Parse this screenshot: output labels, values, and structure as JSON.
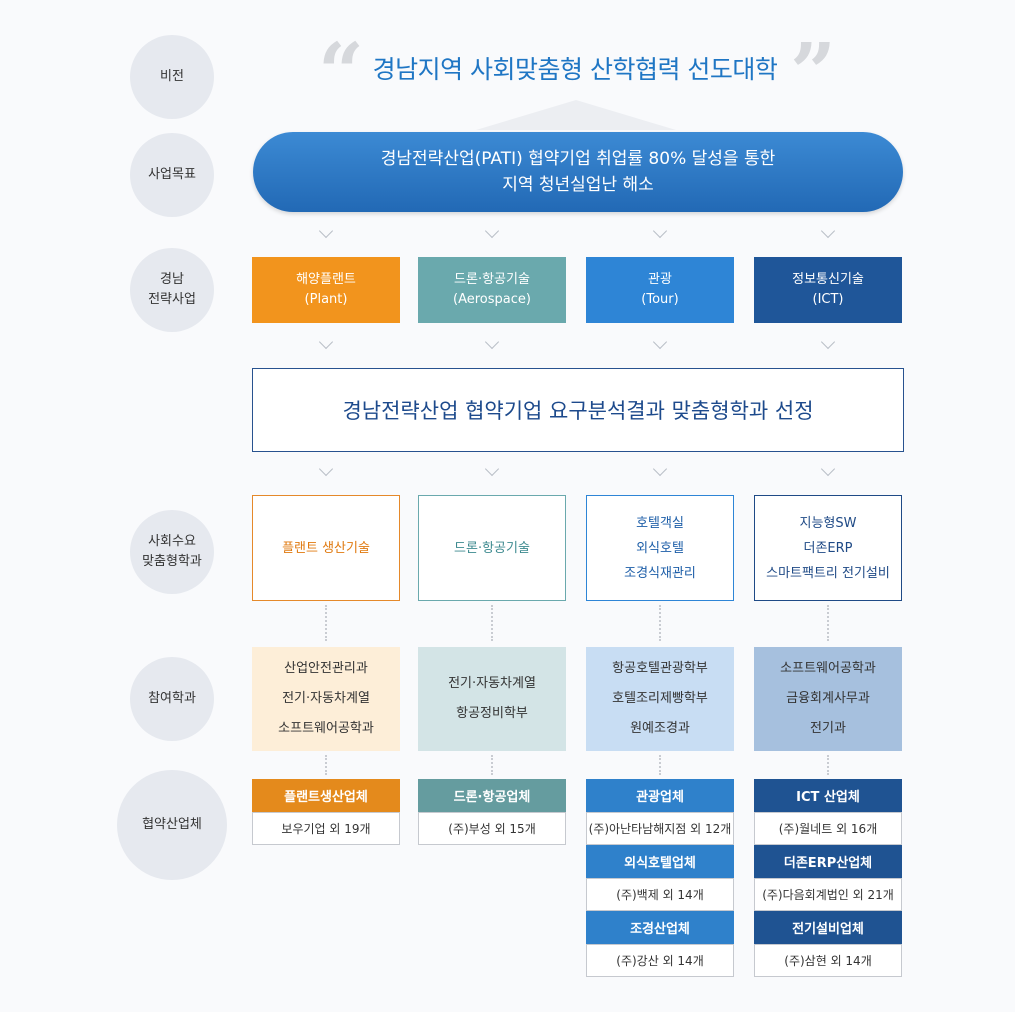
{
  "rows": {
    "vision": "비전",
    "goal": "사업목표",
    "strategic": "경남\n전략사업",
    "demand": "사회수요\n맞춤형학과",
    "participating": "참여학과",
    "partners": "협약산업체"
  },
  "vision_text": "경남지역 사회맞춤형 산학협력 선도대학",
  "goal_lines": [
    "경남전략산업(PATI) 협약기업 취업률 80% 달성을 통한",
    "지역 청년실업난 해소"
  ],
  "industries": [
    {
      "name": "해양플랜트",
      "en": "(Plant)"
    },
    {
      "name": "드론·항공기술",
      "en": "(Aerospace)"
    },
    {
      "name": "관광",
      "en": "(Tour)"
    },
    {
      "name": "정보통신기술",
      "en": "(ICT)"
    }
  ],
  "selection_text": "경남전략산업 협약기업 요구분석결과 맞춤형학과 선정",
  "demand_depts": [
    [
      "플랜트 생산기술"
    ],
    [
      "드론·항공기술"
    ],
    [
      "호텔객실",
      "외식호텔",
      "조경식재관리"
    ],
    [
      "지능형SW",
      "더존ERP",
      "스마트팩트리 전기설비"
    ]
  ],
  "participating_depts": [
    [
      "산업안전관리과",
      "전기·자동차계열",
      "소프트웨어공학과"
    ],
    [
      "전기·자동차계열",
      "항공정비학부"
    ],
    [
      "항공호텔관광학부",
      "호텔조리제빵학부",
      "원예조경과"
    ],
    [
      "소프트웨어공학과",
      "금융회계사무과",
      "전기과"
    ]
  ],
  "partner_groups": [
    [
      {
        "header": "플랜트생산업체",
        "value": "보우기업 외 19개"
      }
    ],
    [
      {
        "header": "드론·항공업체",
        "value": "(주)부성 외 15개"
      }
    ],
    [
      {
        "header": "관광업체",
        "value": "(주)아난타남해지점 외 12개"
      },
      {
        "header": "외식호텔업체",
        "value": "(주)백제 외 14개"
      },
      {
        "header": "조경산업체",
        "value": "(주)강산 외 14개"
      }
    ],
    [
      {
        "header": "ICT 산업체",
        "value": "(주)월네트 외 16개"
      },
      {
        "header": "더존ERP산업체",
        "value": "(주)다음회계법인 외 21개"
      },
      {
        "header": "전기설비업체",
        "value": "(주)삼현 외 14개"
      }
    ]
  ],
  "colors": {
    "plant": "#f2941d",
    "aerospace": "#6aa9ad",
    "tour": "#2e85d6",
    "ict": "#1f5699",
    "plant_text": "#e07a10",
    "aerospace_text": "#3d8a8f",
    "tour_text": "#1d5ea8",
    "ict_text": "#1f4a86",
    "plant_bg": "#fdeed8",
    "aerospace_bg": "#d3e4e6",
    "tour_bg": "#c8ddf3",
    "ict_bg": "#a6c0de",
    "plant_header": "#e48a1c",
    "aerospace_header": "#659c9f",
    "tour_header": "#2f81cb",
    "ict_header": "#1f5392"
  }
}
